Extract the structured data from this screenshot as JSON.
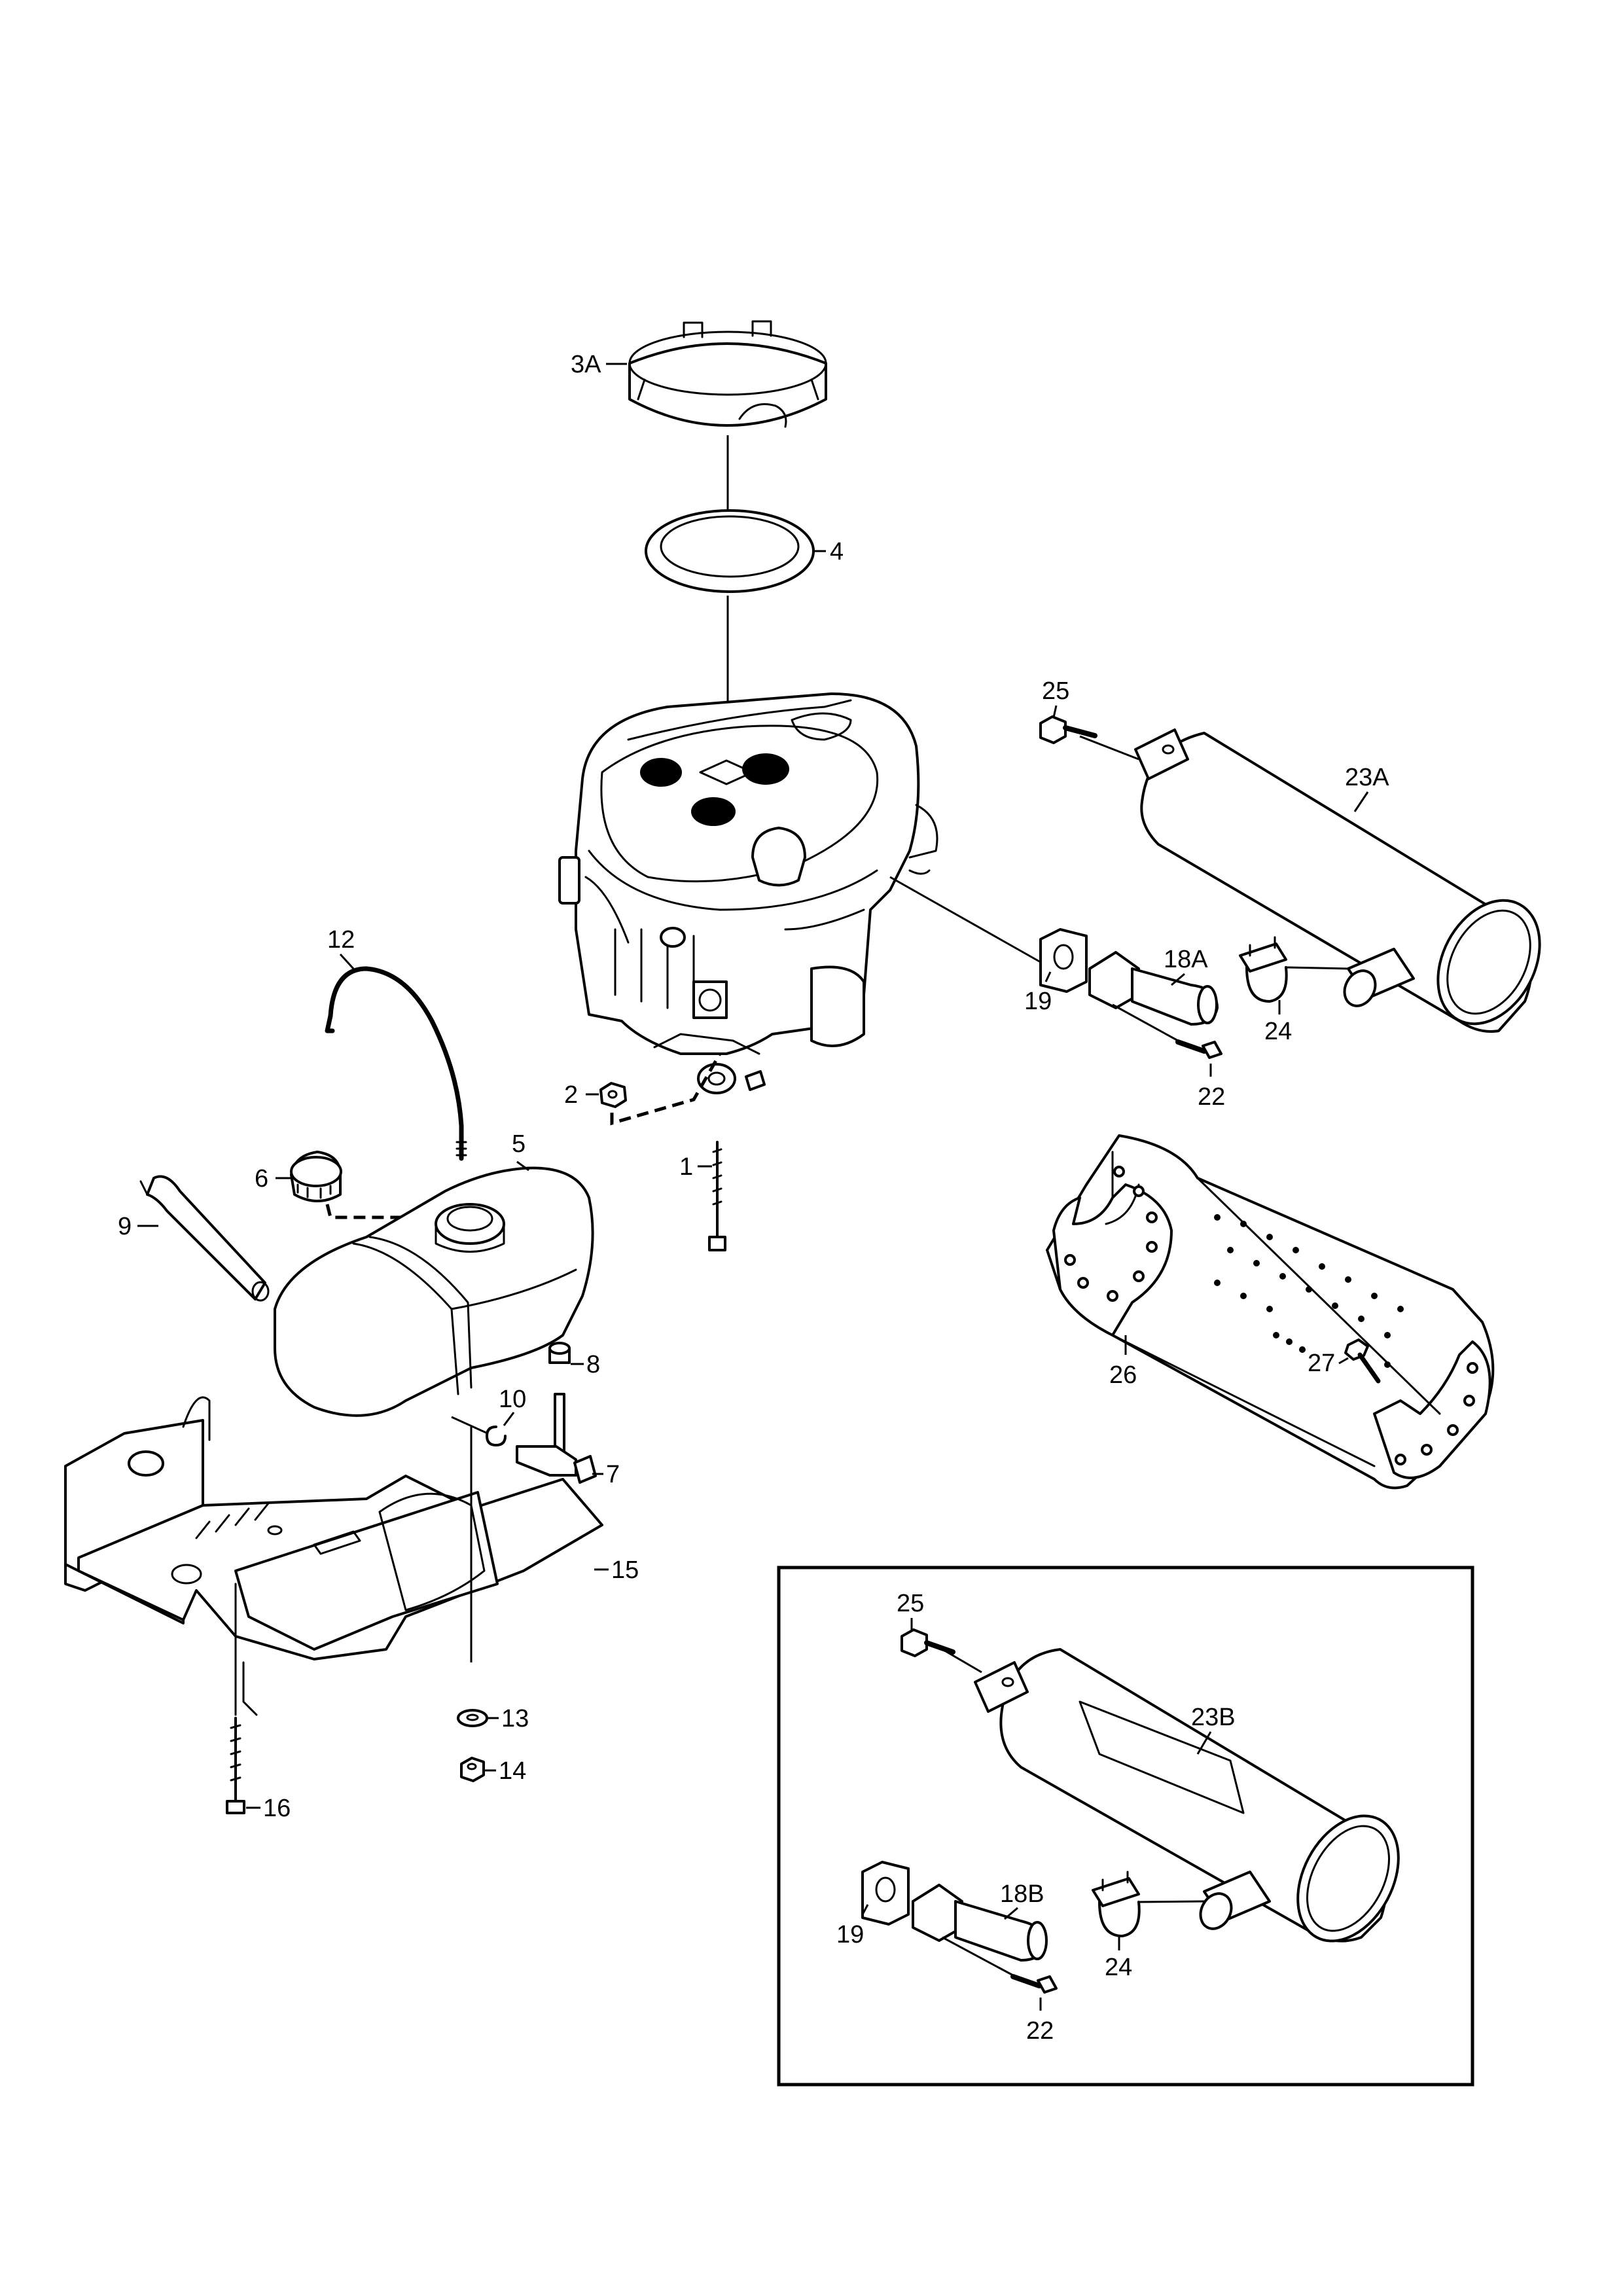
{
  "callouts": {
    "c1": "1",
    "c2": "2",
    "c3A": "3A",
    "c4": "4",
    "c5": "5",
    "c6": "6",
    "c7": "7",
    "c8": "8",
    "c9": "9",
    "c10": "10",
    "c12": "12",
    "c13": "13",
    "c14": "14",
    "c15": "15",
    "c16": "16",
    "c18A": "18A",
    "c19": "19",
    "c22": "22",
    "c23A": "23A",
    "c24": "24",
    "c25": "25",
    "c26": "26",
    "c27": "27"
  },
  "inset": {
    "c25": "25",
    "c23B": "23B",
    "c19": "19",
    "c18B": "18B",
    "c24": "24",
    "c22": "22"
  }
}
